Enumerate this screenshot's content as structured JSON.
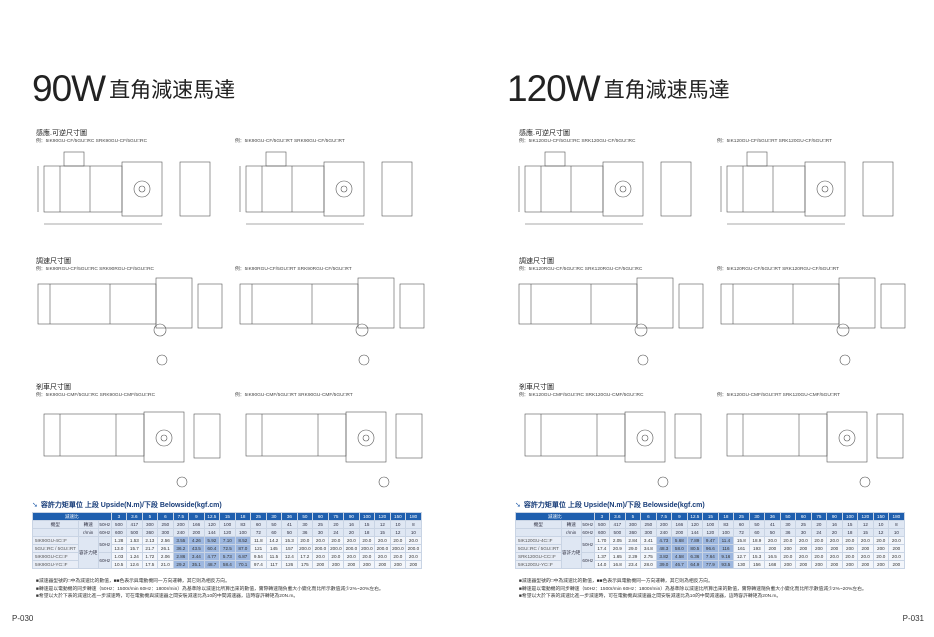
{
  "left": {
    "title_power": "90W",
    "title_text": "直角減速馬達",
    "sections": [
      {
        "label": "感應.可逆尺寸圖",
        "models": [
          "例：5IK90GU-CF/5GU□RC  SRK90GU-CF/5GU□RC",
          "例：5IK90GU-CF/5GU□RT  SRK90GU-CF/5GU□RT"
        ]
      },
      {
        "label": "調速尺寸圖",
        "models": [
          "例：5IK90RGU-CF/5GU□RC  SRK90RGU-CF/5GU□RC",
          "例：5IK90RGU-CF/5GU□RT  SRK90RGU-CF/5GU□RT"
        ]
      },
      {
        "label": "剎車尺寸圖",
        "models": [
          "例：5IK90GU-CMF/5GU□RC  SRK90GU-CMF/5GU□RC",
          "例：5IK90GU-CMF/5GU□RT  SRK90GU-CMF/5GU□RT"
        ]
      }
    ],
    "table_title": "容許力矩單位 上段 Upside(N.m)/下段 Belowside(kgf.cm)",
    "header_ratio_label": "減速比",
    "header_model_label": "機型",
    "header_speed_label": "轉速",
    "header_speed_unit": "r/min",
    "header_50": "50Hz",
    "header_60": "60Hz",
    "allow_label": "容許力矩",
    "ratios": [
      "3",
      "3.6",
      "5",
      "6",
      "7.5",
      "9",
      "12.5",
      "15",
      "18",
      "25",
      "30",
      "36",
      "50",
      "60",
      "75",
      "90",
      "100",
      "120",
      "150",
      "180"
    ],
    "speed50": [
      "500",
      "417",
      "300",
      "250",
      "200",
      "166",
      "120",
      "100",
      "83",
      "60",
      "50",
      "41",
      "30",
      "25",
      "20",
      "16",
      "15",
      "12",
      "10",
      "8"
    ],
    "speed60": [
      "600",
      "500",
      "360",
      "300",
      "240",
      "200",
      "144",
      "120",
      "100",
      "72",
      "60",
      "50",
      "36",
      "30",
      "24",
      "20",
      "18",
      "15",
      "12",
      "10"
    ],
    "models": [
      "5IK90GU-4C□F",
      "5GU□RC / 5GU□RT",
      "5IK90GU-CC□F",
      "5IK90GU-YC□F"
    ],
    "row1": [
      "1.28",
      "1.53",
      "2.13",
      "2.56",
      "3.55",
      "4.26",
      "5.92",
      "7.10",
      "8.52",
      "11.8",
      "14.2",
      "15.3",
      "20.0",
      "20.0",
      "20.0",
      "20.0",
      "20.0",
      "20.0",
      "20.0",
      "20.0"
    ],
    "row2": [
      "13.0",
      "15.7",
      "21.7",
      "26.1",
      "36.2",
      "43.5",
      "60.4",
      "72.5",
      "87.0",
      "121",
      "145",
      "157",
      "200.0",
      "200.0",
      "200.0",
      "200.0",
      "200.0",
      "200.0",
      "200.0",
      "200.0"
    ],
    "row3": [
      "1.03",
      "1.24",
      "1.72",
      "2.06",
      "2.86",
      "3.44",
      "4.77",
      "5.73",
      "6.87",
      "9.54",
      "11.5",
      "12.4",
      "17.2",
      "20.0",
      "20.0",
      "20.0",
      "20.0",
      "20.0",
      "20.0",
      "20.0"
    ],
    "row4": [
      "10.5",
      "12.6",
      "17.5",
      "21.0",
      "29.2",
      "35.1",
      "48.7",
      "58.4",
      "70.1",
      "97.4",
      "117",
      "126",
      "175",
      "200",
      "200",
      "200",
      "200",
      "200",
      "200",
      "200"
    ],
    "notes": [
      "■減速器型號的□中為減速比的數值，■■色表示與電動機同一方向運轉，其它則為相反方向。",
      "■轉速是以電動機的同步轉速（50Hz：1500r/min  60Hz：1800r/min）為基準除以減速比所算出來的數值，實際轉速隨負載大小變化而比所示數值減少2%~20%左右。",
      "■希望以大於下表的減速比進一步減速時，可在電動機與減速器之間安裝減速比為10的中間減速器，這時容許轉矩為20N.m。"
    ],
    "page_no": "P-030"
  },
  "right": {
    "title_power": "120W",
    "title_text": "直角減速馬達",
    "sections": [
      {
        "label": "感應.可逆尺寸圖",
        "models": [
          "例：5IK120GU-CF/5GU□RC  SRK120GU-CF/5GU□RC",
          "例：5IK120GU-CF/5GU□RT  SRK120GU-CF/5GU□RT"
        ]
      },
      {
        "label": "調速尺寸圖",
        "models": [
          "例：5IK120RGU-CF/5GU□RC  SRK120RGU-CF/5GU□RC",
          "例：5IK120RGU-CF/5GU□RT  SRK120RGU-CF/5GU□RT"
        ]
      },
      {
        "label": "剎車尺寸圖",
        "models": [
          "例：5IK120GU-CMF/5GU□RC  SRK120GU-CMF/5GU□RC",
          "例：5IK120GU-CMF/5GU□RT  SRK120GU-CMF/5GU□RT"
        ]
      }
    ],
    "table_title": "容許力矩單位 上段 Upside(N.m)/下段 Belowside(kgf.cm)",
    "header_ratio_label": "減速比",
    "header_model_label": "機型",
    "header_speed_label": "轉速",
    "header_speed_unit": "r/min",
    "header_50": "50Hz",
    "header_60": "60Hz",
    "allow_label": "容許力矩",
    "ratios": [
      "3",
      "3.6",
      "5",
      "6",
      "7.5",
      "9",
      "12.5",
      "15",
      "18",
      "25",
      "30",
      "36",
      "50",
      "60",
      "75",
      "90",
      "100",
      "120",
      "150",
      "180"
    ],
    "speed50": [
      "500",
      "417",
      "300",
      "250",
      "200",
      "166",
      "120",
      "100",
      "83",
      "60",
      "50",
      "41",
      "30",
      "25",
      "20",
      "16",
      "15",
      "12",
      "10",
      "8"
    ],
    "speed60": [
      "600",
      "500",
      "360",
      "300",
      "240",
      "200",
      "144",
      "120",
      "100",
      "72",
      "60",
      "50",
      "36",
      "30",
      "24",
      "20",
      "18",
      "15",
      "12",
      "10"
    ],
    "models": [
      "5IK120GU-4C□F",
      "5GU□RC / 5GU□RT",
      "SRK120GU-CC□F",
      "5IK120GU-YC□F"
    ],
    "row1": [
      "1.70",
      "2.05",
      "2.84",
      "3.41",
      "4.73",
      "5.68",
      "7.89",
      "9.47",
      "11.4",
      "15.8",
      "18.9",
      "20.0",
      "20.0",
      "20.0",
      "20.0",
      "20.0",
      "20.0",
      "20.0",
      "20.0",
      "20.0"
    ],
    "row2": [
      "17.4",
      "20.9",
      "29.0",
      "34.8",
      "48.3",
      "58.0",
      "80.5",
      "96.6",
      "116",
      "161",
      "193",
      "200",
      "200",
      "200",
      "200",
      "200",
      "200",
      "200",
      "200",
      "200"
    ],
    "row3": [
      "1.37",
      "1.65",
      "2.29",
      "2.75",
      "3.82",
      "4.58",
      "6.36",
      "7.64",
      "9.16",
      "12.7",
      "15.3",
      "16.5",
      "20.0",
      "20.0",
      "20.0",
      "20.0",
      "20.0",
      "20.0",
      "20.0",
      "20.0"
    ],
    "row4": [
      "14.0",
      "16.8",
      "23.4",
      "28.0",
      "39.0",
      "46.7",
      "64.9",
      "77.9",
      "93.5",
      "130",
      "156",
      "168",
      "200",
      "200",
      "200",
      "200",
      "200",
      "200",
      "200",
      "200"
    ],
    "notes": [
      "■減速器型號的□中為減速比的數值，■■色表示與電動機同一方向運轉，其它則為相反方向。",
      "■轉速是以電動機的同步轉速（50Hz：1500r/min  60Hz：1800r/min）為基準除以減速比所算出來的數值，實際轉速隨負載大小變化而比所示數值減少2%~20%左右。",
      "■希望以大於下表的減速比進一步減速時，可在電動機與減速器之間安裝減速比為10的中間減速器，這時容許轉矩為20N.m。"
    ],
    "page_no": "P-031"
  },
  "colors": {
    "table_header": "#1f5fae",
    "highlight": "#9db7df",
    "title_blue": "#163b78"
  }
}
